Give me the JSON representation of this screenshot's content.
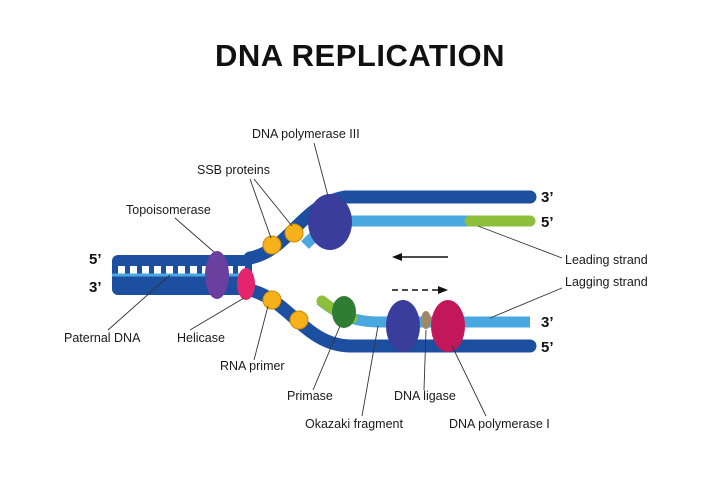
{
  "title": "DNA REPLICATION",
  "ends": {
    "top_right_3": "3’",
    "top_right_5": "5’",
    "left_5": "5’",
    "left_3": "3’",
    "bottom_right_3": "3’",
    "bottom_right_5": "5’"
  },
  "labels": {
    "dna_polymerase_iii": "DNA polymerase III",
    "ssb_proteins": "SSB proteins",
    "topoisomerase": "Topoisomerase",
    "leading_strand": "Leading strand",
    "lagging_strand": "Lagging strand",
    "paternal_dna": "Paternal DNA",
    "helicase": "Helicase",
    "rna_primer": "RNA primer",
    "primase": "Primase",
    "dna_ligase": "DNA ligase",
    "okazaki_fragment": "Okazaki fragment",
    "dna_polymerase_i": "DNA polymerase I"
  },
  "colors": {
    "parental_strand": "#1c4fa0",
    "new_strand": "#4aa8e0",
    "rung": "#ffffff",
    "topoisomerase": "#6a3fa0",
    "helicase": "#e5246e",
    "ssb": "#f7b21b",
    "polymerase_iii": "#3a3d9c",
    "polymerase_i": "#c2185b",
    "primase": "#2e7d32",
    "rna_primer": "#8dbf3b",
    "ligase": "#9e8a66"
  }
}
